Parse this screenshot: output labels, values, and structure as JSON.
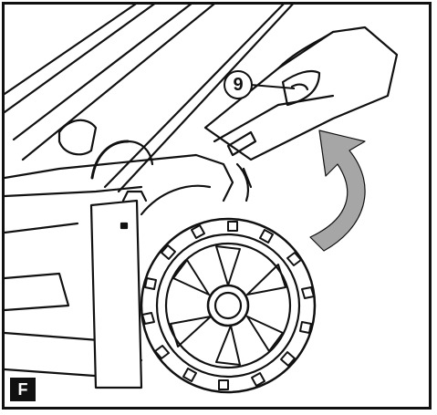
{
  "figure": {
    "label": "F",
    "callout_number": "9"
  },
  "icons": {
    "arrow": "curved-arrow-up-icon",
    "wheel": "wheel-illustration",
    "handle": "grass-box-handle-illustration"
  },
  "colors": {
    "line": "#111111",
    "arrow_fill": "#a6a6a6",
    "background": "#ffffff"
  }
}
